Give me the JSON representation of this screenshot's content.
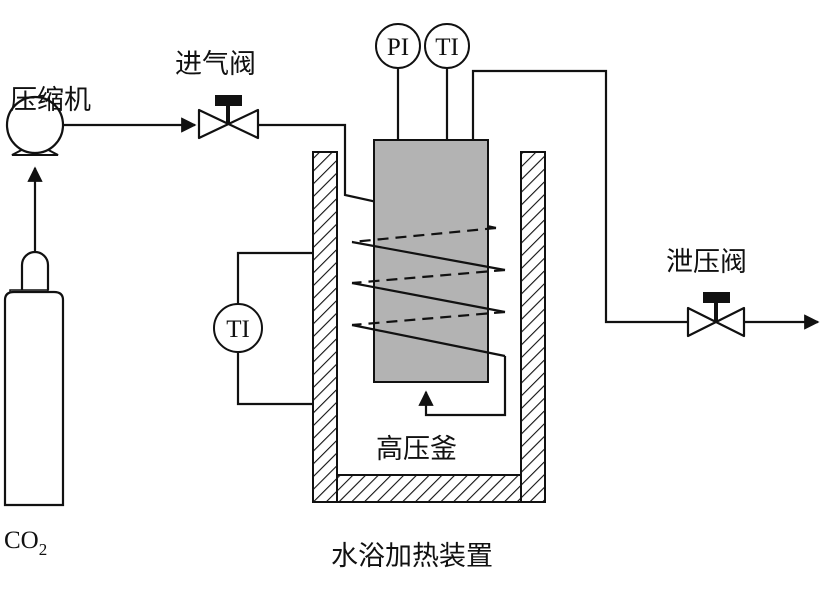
{
  "labels": {
    "compressor": "压缩机",
    "inlet_valve": "进气阀",
    "relief_valve": "泄压阀",
    "autoclave": "高压釜",
    "water_bath": "水浴加热装置",
    "co2_main": "CO",
    "co2_sub": "2"
  },
  "instruments": {
    "pressure": "PI",
    "temp_top": "TI",
    "temp_bath": "TI"
  },
  "colors": {
    "line": "#111111",
    "vessel_fill": "#b3b3b3",
    "hatch": "#111111",
    "background": "#ffffff"
  }
}
